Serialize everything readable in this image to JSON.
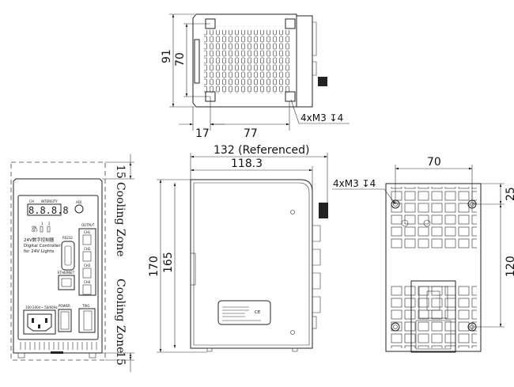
{
  "top_view": {
    "dim_height_outer": "91",
    "dim_height_holes": "70",
    "dim_left_offset": "17",
    "dim_hole_spacing": "77",
    "hole_callout": "4xM3 ↧4"
  },
  "side_view": {
    "dim_total_length": "132 (Referenced)",
    "dim_body_length": "118.3",
    "dim_total_height": "170",
    "dim_body_height": "165",
    "label_mark": "CE"
  },
  "front_view": {
    "cooling_top": "15",
    "cooling_bottom": "15",
    "cooling_zone_top": "Cooling Zone",
    "cooling_zone_bottom": "Cooling Zone",
    "panel": {
      "ch_label": "CH",
      "intensity_label": "INTENSITY",
      "adj_label": "ADJ",
      "on_label": "ON",
      "off_label": "OFF",
      "switch_1": "1",
      "switch_2": "2",
      "title_cn": "24V数字控制器",
      "title_line1": "Digital Controller",
      "title_line2": "for 24V Lights",
      "rs232_label": "RS232",
      "ethernet_label": "ETHERNET",
      "output_label": "OUTPUT",
      "channels": [
        "CH1",
        "CH2",
        "CH3",
        "CH4"
      ],
      "power_input_label": "100-240V~ 50/60Hz",
      "power_label": "POWER",
      "trig_label": "TRIG"
    }
  },
  "back_view": {
    "dim_hole_width": "70",
    "dim_top_offset": "25",
    "dim_hole_height": "120",
    "hole_callout": "4xM3 ↧4"
  }
}
